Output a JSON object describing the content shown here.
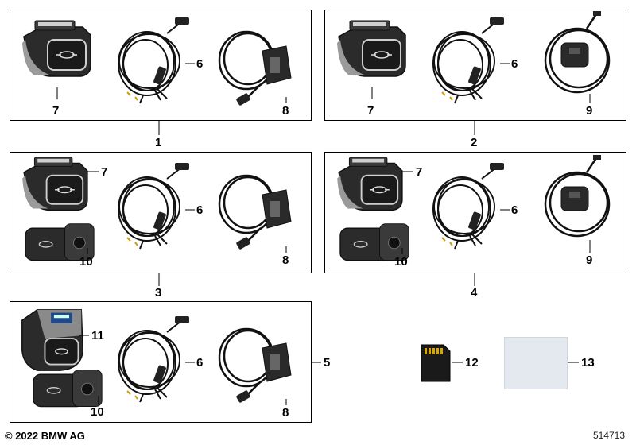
{
  "kits": [
    {
      "number": "1",
      "parts": [
        "7",
        "6",
        "8"
      ]
    },
    {
      "number": "2",
      "parts": [
        "7",
        "6",
        "9"
      ]
    },
    {
      "number": "3",
      "parts": [
        "7",
        "10",
        "6",
        "8"
      ]
    },
    {
      "number": "4",
      "parts": [
        "7",
        "10",
        "6",
        "9"
      ]
    },
    {
      "number": "5",
      "parts": [
        "11",
        "10",
        "6",
        "8"
      ]
    }
  ],
  "loose_parts": [
    {
      "number": "12",
      "icon": "sd-card-icon"
    },
    {
      "number": "13",
      "icon": "adhesive-pad-icon"
    }
  ],
  "footer": {
    "copyright": "© 2022 BMW AG",
    "diagram_id": "514713"
  }
}
